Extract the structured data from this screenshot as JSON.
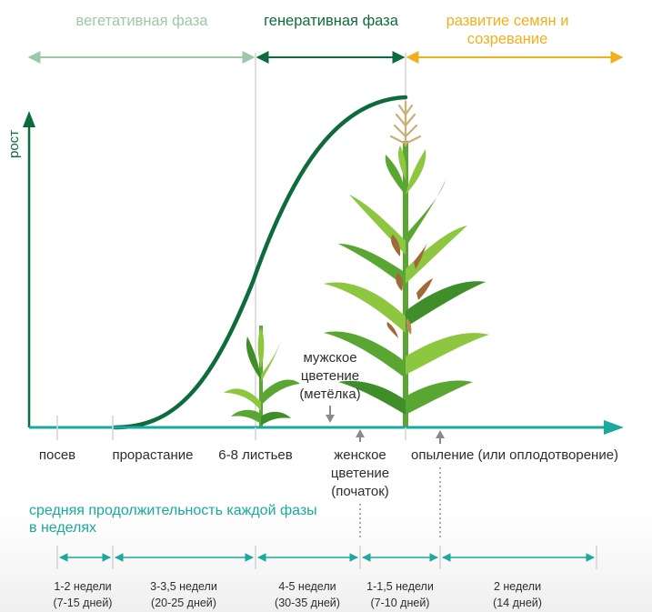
{
  "colors": {
    "axis": "#1aa99c",
    "dark_green": "#0e6b3c",
    "phase_veg": "#9cc8a8",
    "phase_gen": "#0e6b3c",
    "phase_seed": "#f0b01e",
    "plant_light": "#8dc63f",
    "plant_mid": "#5aa632",
    "plant_dark": "#3f8e2a",
    "tassel": "#c9b072",
    "ear": "#a06a38",
    "gray": "#8a8a8a",
    "guide": "#d6d6d6",
    "text": "#2d2d2d"
  },
  "phases": [
    {
      "line1": "вегетативная фаза",
      "line2": ""
    },
    {
      "line1": "генеративная фаза",
      "line2": ""
    },
    {
      "line1": "развитие семян и",
      "line2": "созревание"
    }
  ],
  "y_axis_label": "рост",
  "stages": [
    "посев",
    "прорастание",
    "6-8 листьев",
    "опыление (или оплодотворение)"
  ],
  "male_flowering": [
    "мужское",
    "цветение",
    "(метёлка)"
  ],
  "female_flowering": [
    "женское",
    "цветение",
    "(початок)"
  ],
  "duration_title": [
    "средняя продолжительность каждой фазы",
    "в неделях"
  ],
  "durations": [
    {
      "weeks": "1-2 недели",
      "days": "(7-15 дней)"
    },
    {
      "weeks": "3-3,5 недели",
      "days": "(20-25 дней)"
    },
    {
      "weeks": "4-5 недели",
      "days": "(30-35 дней)"
    },
    {
      "weeks": "1-1,5 недели",
      "days": "(7-10 дней)"
    },
    {
      "weeks": "2 недели",
      "days": "(14 дней)"
    }
  ]
}
